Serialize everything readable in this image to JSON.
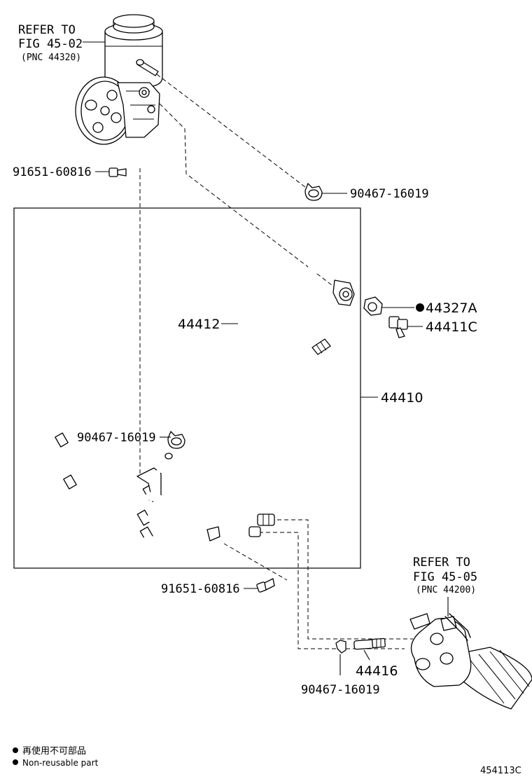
{
  "callouts": {
    "refer_pump_line1": "REFER TO",
    "refer_pump_line2": "FIG 45-02",
    "refer_pump_line3": "(PNC 44320)",
    "refer_gear_line1": "REFER TO",
    "refer_gear_line2": "FIG 45-05",
    "refer_gear_line3": "(PNC 44200)"
  },
  "parts": {
    "bolt_top": "91651-60816",
    "clamp_top": "90467-16019",
    "gasket": "44327A",
    "union_bolt": "44411C",
    "return_hose": "44412",
    "pressure_tube_assy": "44410",
    "clamp_mid": "90467-16019",
    "bolt_bottom": "91651-60816",
    "tube_44416": "44416",
    "clamp_bottom": "90467-16019"
  },
  "legend": {
    "jp": "再使用不可部品",
    "en": "Non-reusable part"
  },
  "diagram_id": "454113C"
}
